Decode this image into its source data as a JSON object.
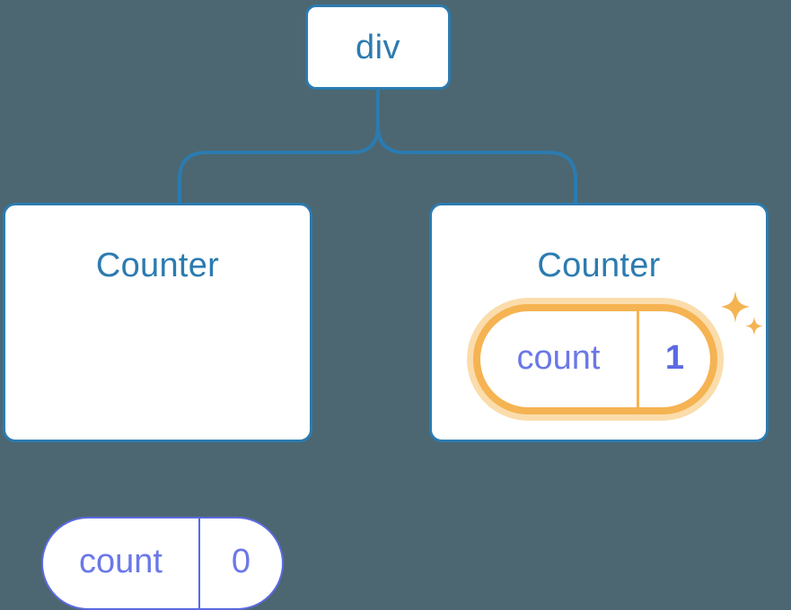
{
  "diagram": {
    "type": "component-tree",
    "background_color": "#4c6771",
    "accent_blue": "#2c7bb0",
    "accent_purple": "#5b6ae0",
    "accent_orange": "#f5b352",
    "accent_orange_glow": "#fbdcab",
    "root": {
      "label": "div"
    },
    "children": [
      {
        "title": "Counter",
        "state": {
          "key": "count",
          "value": "0"
        },
        "highlighted": false
      },
      {
        "title": "Counter",
        "state": {
          "key": "count",
          "value": "1"
        },
        "highlighted": true,
        "decoration": "sparkles"
      }
    ],
    "icons": {
      "sparkle_large": "sparkle-icon",
      "sparkle_small": "sparkle-small-icon"
    }
  }
}
